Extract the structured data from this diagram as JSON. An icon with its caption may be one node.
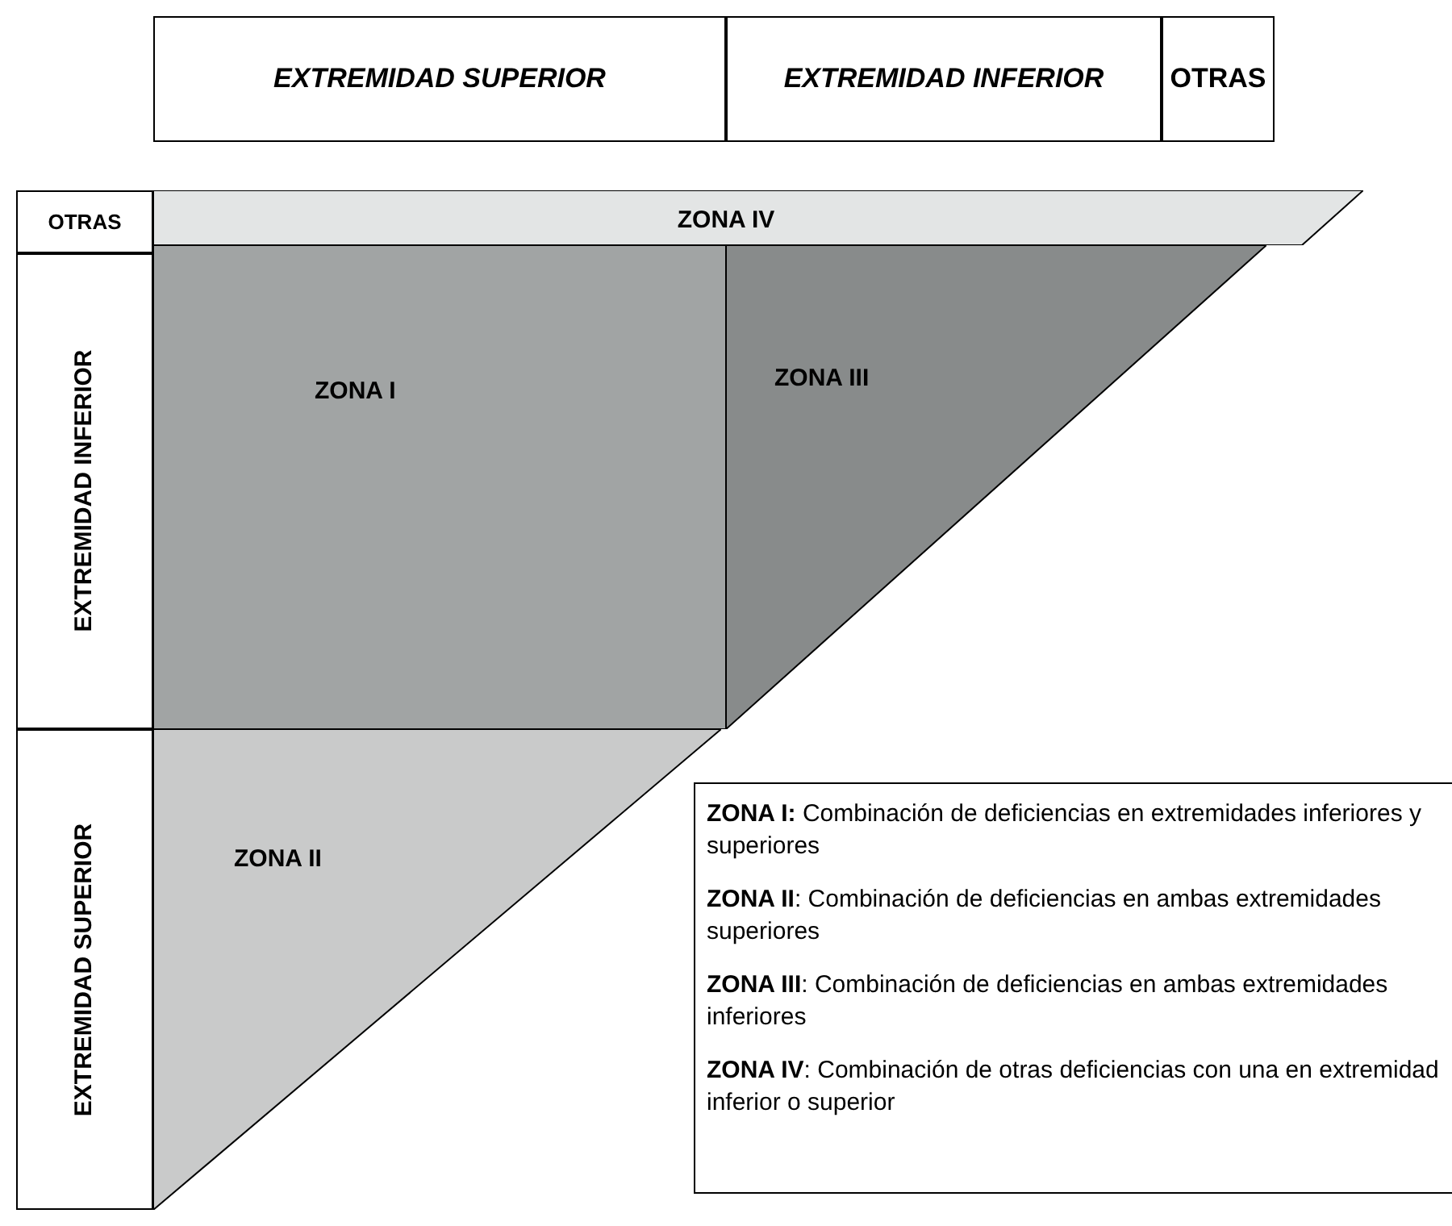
{
  "diagram": {
    "nodes": [
      {
        "text": [
          "EXTREMIDAD SUPERIOR"
        ]
      },
      {
        "text": [
          "EXTREMIDAD INFERIOR"
        ]
      },
      {
        "text": [
          "OTRAS"
        ]
      },
      {
        "text": [
          "OTRAS"
        ]
      },
      {
        "text": [
          "EXTREMIDAD INFERIOR"
        ]
      },
      {
        "text": [
          "EXTREMIDAD SUPERIOR"
        ]
      },
      {
        "text": [
          "ZONA IV"
        ]
      },
      {
        "text": [
          "ZONA I"
        ]
      },
      {
        "text": [
          "ZONA III"
        ]
      },
      {
        "text": [
          "ZONA II"
        ]
      }
    ],
    "labels": [
      "**ZONA I:** Combinación de deficiencias en extremidades inferiores y superiores",
      "**ZONA II**: Combinación de deficiencias en ambas extremidades superiores",
      "**ZONA III**: Combinación de deficiencias en ambas extremidades inferiores",
      "**ZONA IV**: Combinación de otras deficiencias con una en extremidad inferior o superior"
    ]
  }
}
